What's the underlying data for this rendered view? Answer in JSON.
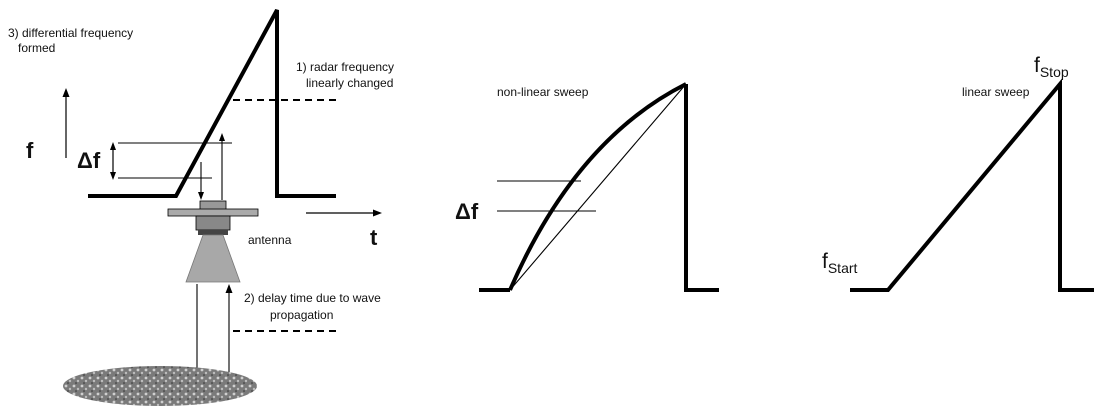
{
  "left_panel": {
    "label_3_line1": "3) differential frequency",
    "label_3_line2": "formed",
    "label_1_line1": "1) radar frequency",
    "label_1_line2": "linearly changed",
    "label_2_line1": "2) delay time due to wave",
    "label_2_line2": "propagation",
    "antenna_label": "antenna",
    "f_axis_label": "f",
    "t_axis_label": "t",
    "delta_f_label": "Δf"
  },
  "middle_panel": {
    "sweep_label": "non-linear sweep",
    "delta_f_label": "Δf"
  },
  "right_panel": {
    "sweep_label": "linear sweep",
    "f_start_main": "f",
    "f_start_sub": "Start",
    "f_stop_main": "f",
    "f_stop_sub": "Stop"
  },
  "colors": {
    "line": "#000000",
    "antenna_gray": "#aaaaaa",
    "ground": "#888888"
  }
}
